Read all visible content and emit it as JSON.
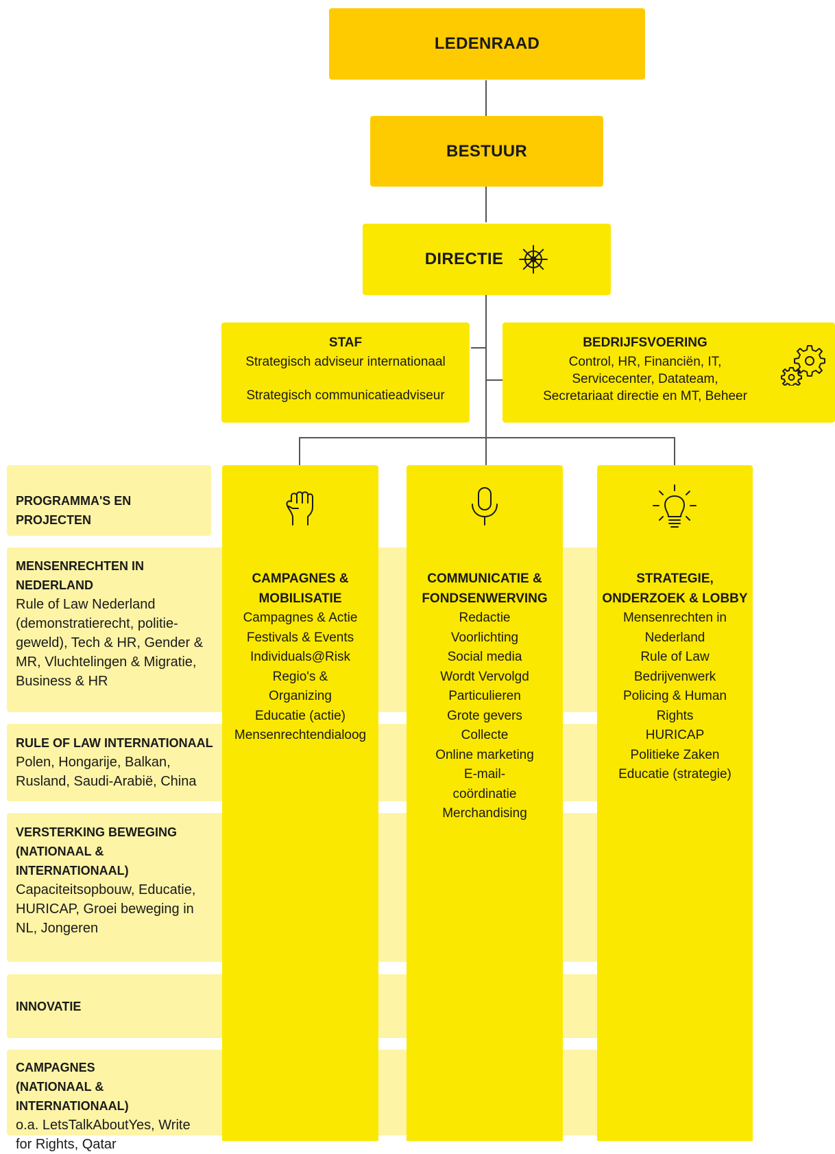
{
  "ledenraad": "LEDENRAAD",
  "bestuur": "BESTUUR",
  "directie": "DIRECTIE",
  "staf": {
    "title": "STAF",
    "line1": "Strategisch adviseur internationaal",
    "line2": "Strategisch communicatieadviseur"
  },
  "bedrijfsvoering": {
    "title": "BEDRIJFSVOERING",
    "line1": "Control, HR, Financiën, IT,",
    "line2": "Servicecenter, Datateam,",
    "line3": "Secretariaat directie en MT, Beheer"
  },
  "rows": [
    {
      "title": "PROGRAMMA'S EN PROJECTEN",
      "title_line2": "",
      "body": []
    },
    {
      "title": "MENSENRECHTEN IN",
      "title_line2": "NEDERLAND",
      "body": [
        "Rule of Law Nederland",
        "(demonstratierecht, politie-",
        "geweld), Tech & HR, Gender &",
        "MR, Vluchtelingen & Migratie,",
        "Business & HR"
      ]
    },
    {
      "title": "RULE OF LAW INTERNATIONAAL",
      "title_line2": "",
      "body": [
        "Polen, Hongarije, Balkan,",
        "Rusland, Saudi-Arabië, China"
      ]
    },
    {
      "title": "VERSTERKING BEWEGING",
      "title_line2": "(NATIONAAL & INTERNATIONAAL)",
      "body": [
        "Capaciteitsopbouw, Educatie,",
        "HURICAP, Groei beweging in",
        "NL, Jongeren"
      ]
    },
    {
      "title": "INNOVATIE",
      "title_line2": "",
      "body": []
    },
    {
      "title": "CAMPAGNES",
      "title_line2": "(NATIONAAL & INTERNATIONAAL)",
      "body": [
        "o.a. LetsTalkAboutYes, Write",
        "for Rights, Qatar"
      ]
    }
  ],
  "columns": [
    {
      "icon": "raised-fist-icon",
      "title": [
        "CAMPAGNES &",
        "MOBILISATIE"
      ],
      "items": [
        "Campagnes & Actie",
        "Festivals & Events",
        "Individuals@Risk",
        "Regio's &",
        "Organizing",
        "Educatie (actie)",
        "Mensenrechtendialoog"
      ]
    },
    {
      "icon": "microphone-icon",
      "title": [
        "COMMUNICATIE &",
        "FONDSENWERVING"
      ],
      "items": [
        "Redactie",
        "Voorlichting",
        "Social media",
        "Wordt Vervolgd",
        "Particulieren",
        "Grote gevers",
        "Collecte",
        "Online marketing",
        "E-mail-",
        "coördinatie",
        "Merchandising"
      ]
    },
    {
      "icon": "lightbulb-icon",
      "title": [
        "STRATEGIE,",
        "ONDERZOEK & LOBBY"
      ],
      "items": [
        "Mensenrechten in",
        "Nederland",
        "Rule of Law",
        "Bedrijvenwerk",
        "Policing & Human",
        "Rights",
        "HURICAP",
        "Politieke Zaken",
        "Educatie (strategie)"
      ]
    }
  ],
  "colors": {
    "dark_yellow": "#fecb00",
    "yellow": "#fbe800",
    "pale_yellow": "#fdf4a6",
    "connector": "#555555"
  }
}
